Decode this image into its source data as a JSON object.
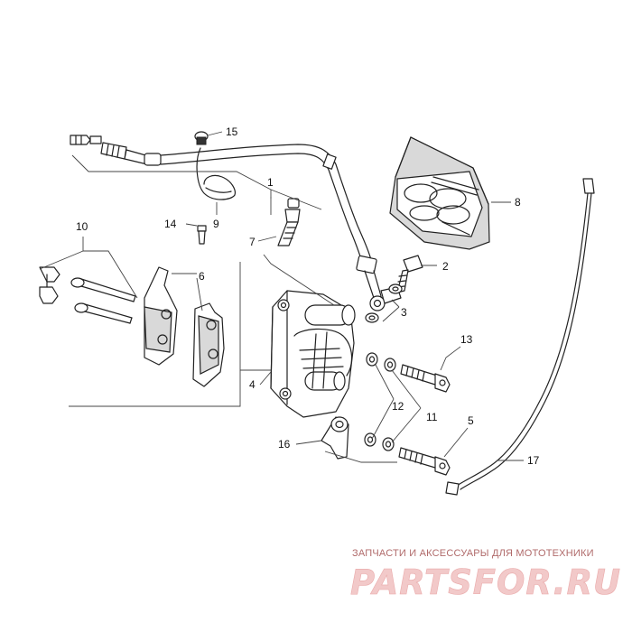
{
  "diagram": {
    "callouts": [
      {
        "id": "1",
        "label": "1"
      },
      {
        "id": "2",
        "label": "2"
      },
      {
        "id": "3",
        "label": "3"
      },
      {
        "id": "4",
        "label": "4"
      },
      {
        "id": "5",
        "label": "5"
      },
      {
        "id": "6",
        "label": "6"
      },
      {
        "id": "7",
        "label": "7"
      },
      {
        "id": "8",
        "label": "8"
      },
      {
        "id": "9",
        "label": "9"
      },
      {
        "id": "10",
        "label": "10"
      },
      {
        "id": "11",
        "label": "11"
      },
      {
        "id": "12",
        "label": "12"
      },
      {
        "id": "13",
        "label": "13"
      },
      {
        "id": "14",
        "label": "14"
      },
      {
        "id": "15",
        "label": "15"
      },
      {
        "id": "16",
        "label": "16"
      },
      {
        "id": "17",
        "label": "17"
      }
    ]
  },
  "watermark": {
    "tagline": "ЗАПЧАСТИ И АКСЕССУАРЫ ДЛЯ МОТОТЕХНИКИ",
    "logo": "PARTSFOR.RU"
  },
  "colors": {
    "line": "#222222",
    "background": "#ffffff",
    "watermark": "#e9a9a9"
  }
}
